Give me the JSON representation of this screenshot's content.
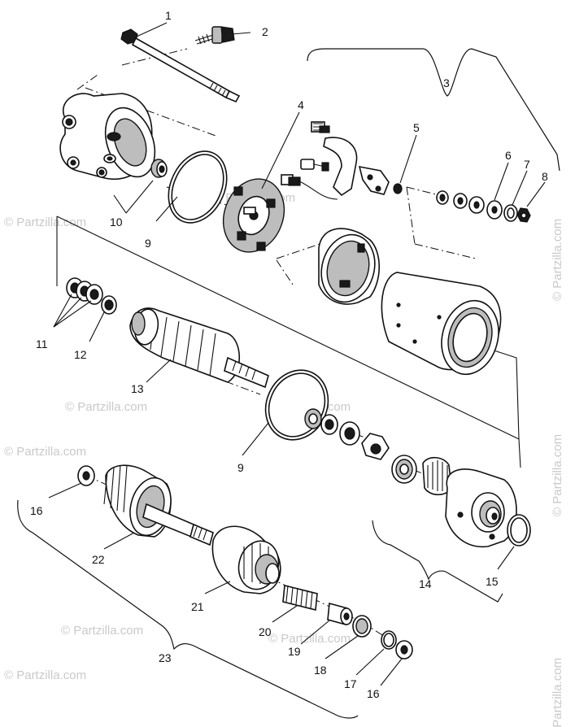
{
  "watermark": "© Partzilla.com",
  "callouts": {
    "c1": "1",
    "c2": "2",
    "c3": "3",
    "c4": "4",
    "c5": "5",
    "c6": "6",
    "c7": "7",
    "c8": "8",
    "c9a": "9",
    "c9b": "9",
    "c10": "10",
    "c11": "11",
    "c12": "12",
    "c13": "13",
    "c14": "14",
    "c15": "15",
    "c16a": "16",
    "c16b": "16",
    "c17": "17",
    "c18": "18",
    "c19": "19",
    "c20": "20",
    "c21": "21",
    "c22": "22",
    "c23": "23"
  }
}
